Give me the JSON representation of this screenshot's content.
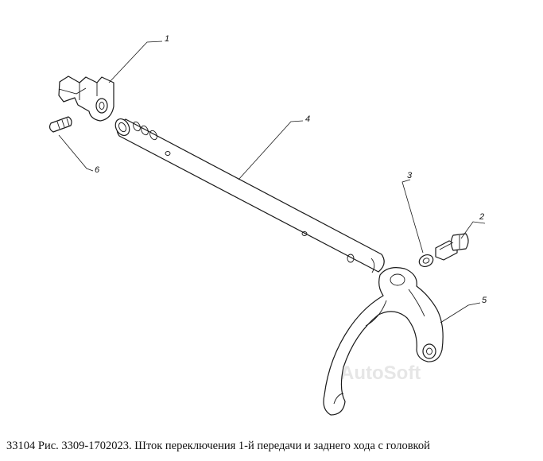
{
  "watermark": "AutoSoft",
  "caption": "33104 Рис. 3309-1702023. Шток переключения 1-й передачи и заднего хода с головкой",
  "callouts": [
    {
      "number": "1",
      "part": "shift-head"
    },
    {
      "number": "2",
      "part": "bolt"
    },
    {
      "number": "3",
      "part": "washer"
    },
    {
      "number": "4",
      "part": "shift-rod"
    },
    {
      "number": "5",
      "part": "shift-fork"
    },
    {
      "number": "6",
      "part": "pin"
    }
  ],
  "colors": {
    "line": "#1a1a1a",
    "background": "#ffffff",
    "watermark": "#e6e6e6"
  }
}
